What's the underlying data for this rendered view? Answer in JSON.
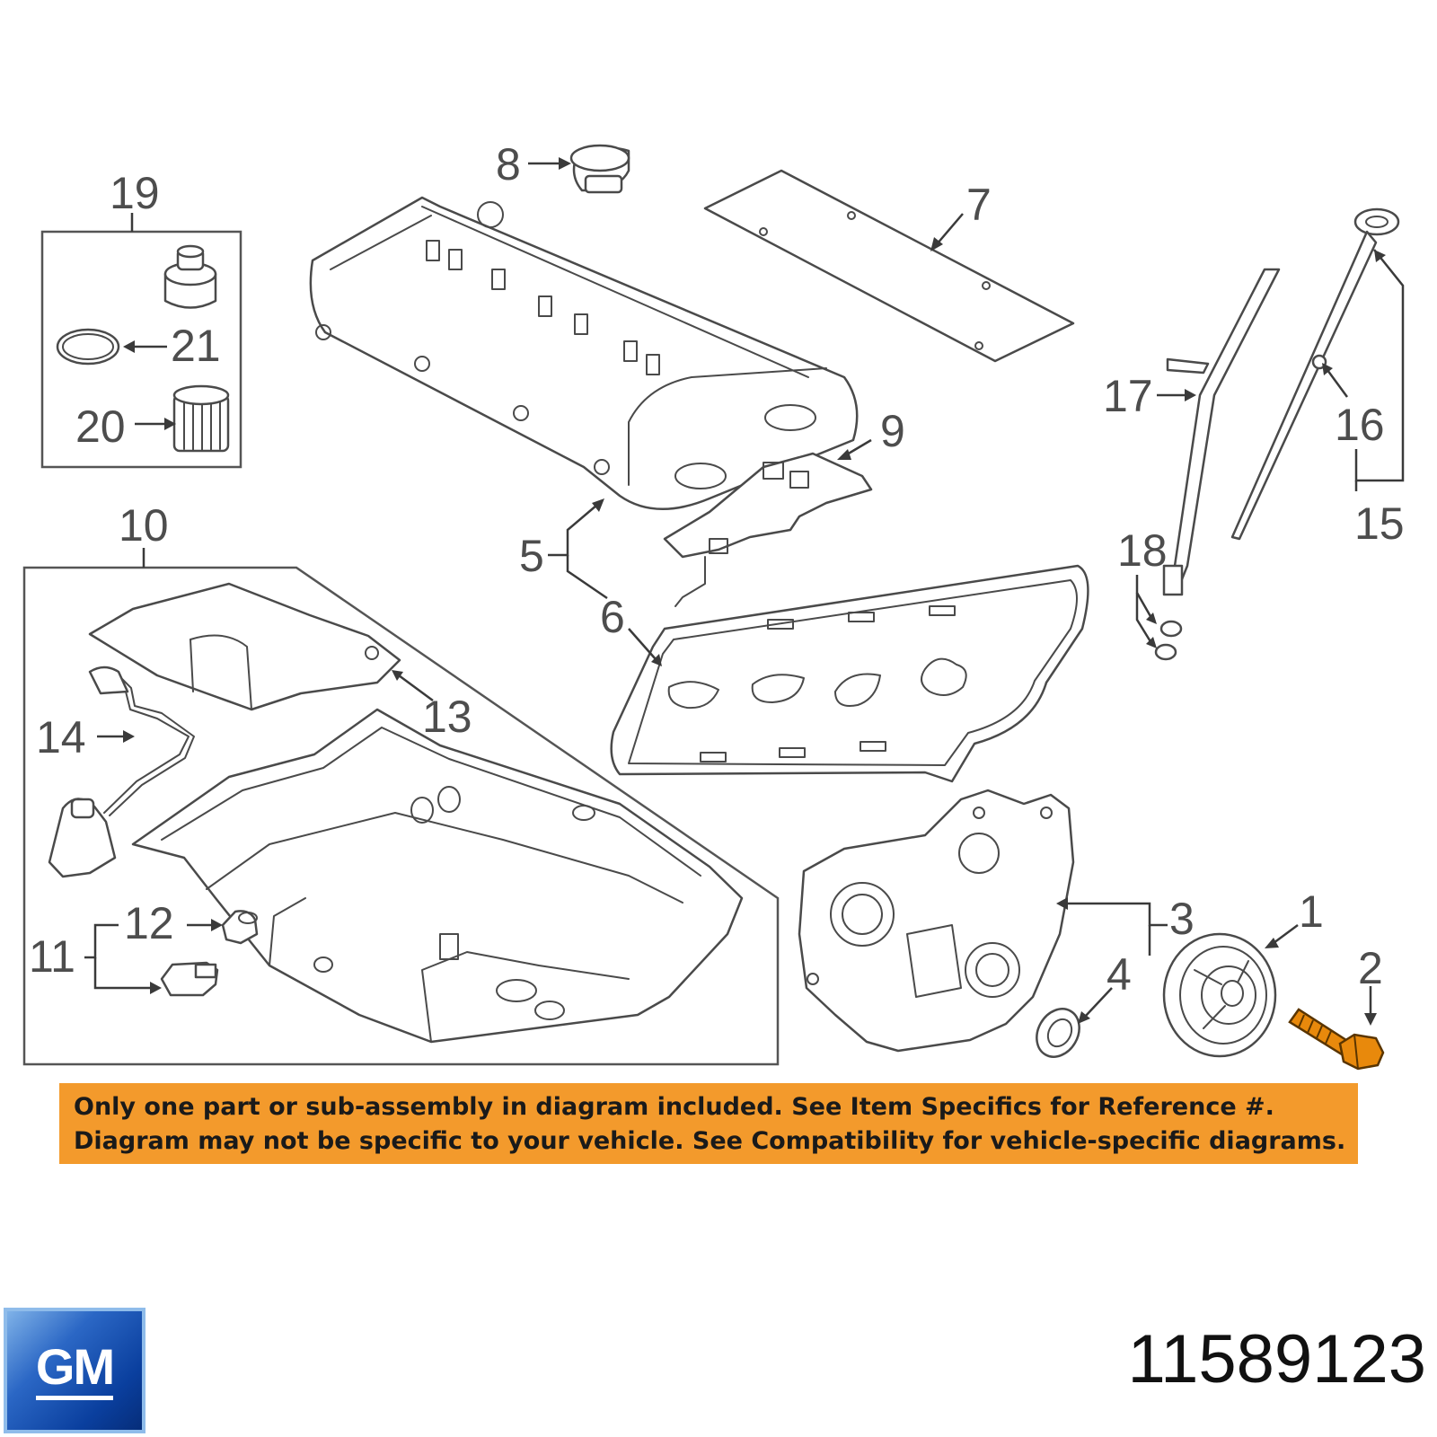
{
  "callouts": {
    "c1": "1",
    "c2": "2",
    "c3": "3",
    "c4": "4",
    "c5": "5",
    "c6": "6",
    "c7": "7",
    "c8": "8",
    "c9": "9",
    "c10": "10",
    "c11": "11",
    "c12": "12",
    "c13": "13",
    "c14": "14",
    "c15": "15",
    "c16": "16",
    "c17": "17",
    "c18": "18",
    "c19": "19",
    "c20": "20",
    "c21": "21"
  },
  "notice": {
    "line1": "Only one part or sub-assembly in diagram included. See Item Specifics for Reference #.",
    "line2": "Diagram may not be specific to your vehicle. See Compatibility for vehicle-specific diagrams."
  },
  "brand": {
    "logo_text": "GM"
  },
  "part_number": "11589123",
  "colors": {
    "notice_bg": "#f39a2c",
    "highlight_part": "#e8890c",
    "logo_blue": "#0a3f9e"
  }
}
